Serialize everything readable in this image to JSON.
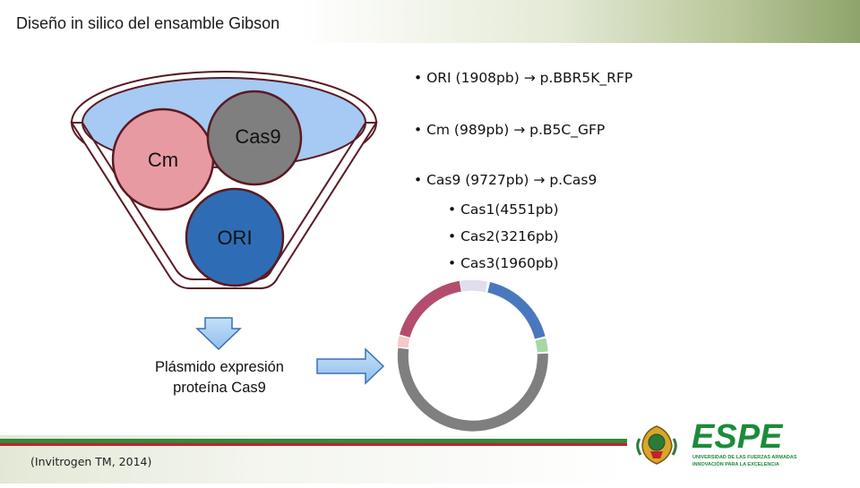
{
  "header": {
    "title": "Diseño in silico del ensamble Gibson"
  },
  "funnel": {
    "circle_cm": "Cm",
    "circle_cas9": "Cas9",
    "circle_ori": "ORI",
    "result_line1": "Plásmido expresión",
    "result_line2": "proteína Cas9"
  },
  "bullets": {
    "ori": "ORI (1908pb) → p.BBR5K_RFP",
    "cm": "Cm (989pb) → p.B5C_GFP",
    "cas9": "Cas9 (9727pb) → p.Cas9",
    "sub": [
      "Cas1(4551pb)",
      "Cas2(3216pb)",
      "Cas3(1960pb)"
    ]
  },
  "footer": {
    "citation": "(Invitrogen TM, 2014)"
  },
  "logo": {
    "brand": "ESPE",
    "subtitle1": "UNIVERSIDAD DE LAS FUERZAS ARMADAS",
    "subtitle2": "INNOVACIÓN PARA LA EXCELENCIA"
  },
  "colors": {
    "funnel_fill": "#a6caf3",
    "cm": "#e89aa2",
    "cas9": "#7f7f7f",
    "ori": "#2e6db5",
    "arrow": "#a9d0f5",
    "ring_blue": "#4a78be",
    "ring_green": "#a6d8a6",
    "ring_pink": "#b44d6d",
    "ring_lightpink": "#f3c9c9",
    "ring_gray": "#7f7f7f"
  }
}
